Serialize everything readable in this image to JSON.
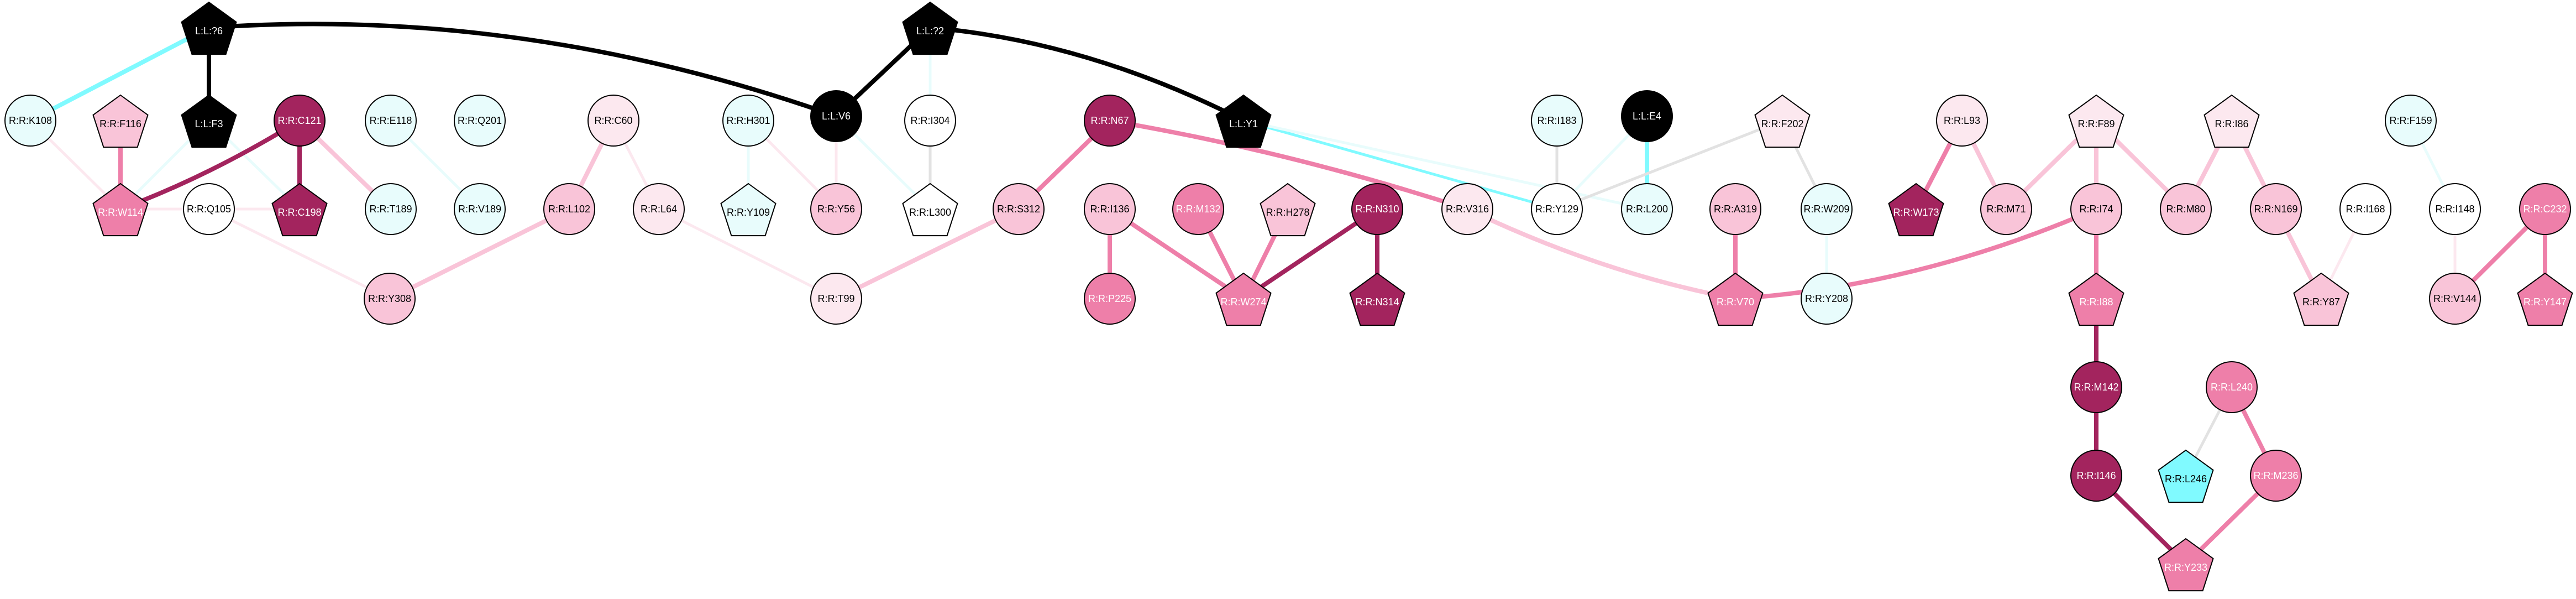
{
  "colors": {
    "black": "#000000",
    "cyan": "#80FAFF",
    "cyan_pale": "#E8FCFC",
    "white": "#FFFFFF",
    "pink_pale": "#FCE8EF",
    "pink_light": "#F9C4D8",
    "pink_mid": "#EE7FA9",
    "magenta_dark": "#A3245E"
  },
  "nodes": [
    {
      "id": "L:L:?6",
      "shape": "pentagon",
      "fill": "black"
    },
    {
      "id": "L:L:?2",
      "shape": "pentagon",
      "fill": "black"
    },
    {
      "id": "L:L:V6",
      "shape": "circle",
      "fill": "black"
    },
    {
      "id": "L:L:F3",
      "shape": "pentagon",
      "fill": "black"
    },
    {
      "id": "L:L:Y1",
      "shape": "pentagon",
      "fill": "black"
    },
    {
      "id": "L:L:E4",
      "shape": "circle",
      "fill": "black"
    },
    {
      "id": "R:R:K108",
      "shape": "circle",
      "fill": "cyan_pale"
    },
    {
      "id": "R:R:F116",
      "shape": "pentagon",
      "fill": "pink_light"
    },
    {
      "id": "R:R:C121",
      "shape": "circle",
      "fill": "magenta_dark"
    },
    {
      "id": "R:R:E118",
      "shape": "circle",
      "fill": "cyan_pale"
    },
    {
      "id": "R:R:Q201",
      "shape": "circle",
      "fill": "cyan_pale"
    },
    {
      "id": "R:R:C60",
      "shape": "circle",
      "fill": "pink_pale"
    },
    {
      "id": "R:R:H301",
      "shape": "circle",
      "fill": "cyan_pale"
    },
    {
      "id": "R:R:I304",
      "shape": "circle",
      "fill": "white"
    },
    {
      "id": "R:R:N67",
      "shape": "circle",
      "fill": "magenta_dark"
    },
    {
      "id": "R:R:I183",
      "shape": "circle",
      "fill": "cyan_pale"
    },
    {
      "id": "R:R:F202",
      "shape": "pentagon",
      "fill": "pink_pale"
    },
    {
      "id": "R:R:L93",
      "shape": "circle",
      "fill": "pink_pale"
    },
    {
      "id": "R:R:F89",
      "shape": "pentagon",
      "fill": "pink_pale"
    },
    {
      "id": "R:R:I86",
      "shape": "pentagon",
      "fill": "pink_pale"
    },
    {
      "id": "R:R:F159",
      "shape": "circle",
      "fill": "cyan_pale"
    },
    {
      "id": "R:R:W114",
      "shape": "pentagon",
      "fill": "pink_mid"
    },
    {
      "id": "R:R:Q105",
      "shape": "circle",
      "fill": "white"
    },
    {
      "id": "R:R:C198",
      "shape": "pentagon",
      "fill": "magenta_dark"
    },
    {
      "id": "R:R:T189",
      "shape": "circle",
      "fill": "cyan_pale"
    },
    {
      "id": "R:R:V189",
      "shape": "circle",
      "fill": "cyan_pale"
    },
    {
      "id": "R:R:L102",
      "shape": "circle",
      "fill": "pink_light"
    },
    {
      "id": "R:R:L64",
      "shape": "circle",
      "fill": "pink_pale"
    },
    {
      "id": "R:R:Y109",
      "shape": "pentagon",
      "fill": "cyan_pale"
    },
    {
      "id": "R:R:Y56",
      "shape": "circle",
      "fill": "pink_light"
    },
    {
      "id": "R:R:L300",
      "shape": "pentagon",
      "fill": "white"
    },
    {
      "id": "R:R:S312",
      "shape": "circle",
      "fill": "pink_light"
    },
    {
      "id": "R:R:I136",
      "shape": "circle",
      "fill": "pink_light"
    },
    {
      "id": "R:R:M132",
      "shape": "circle",
      "fill": "pink_mid"
    },
    {
      "id": "R:R:H278",
      "shape": "pentagon",
      "fill": "pink_light"
    },
    {
      "id": "R:R:N310",
      "shape": "circle",
      "fill": "magenta_dark"
    },
    {
      "id": "R:R:V316",
      "shape": "circle",
      "fill": "pink_pale"
    },
    {
      "id": "R:R:Y129",
      "shape": "circle",
      "fill": "white"
    },
    {
      "id": "R:R:L200",
      "shape": "circle",
      "fill": "cyan_pale"
    },
    {
      "id": "R:R:A319",
      "shape": "circle",
      "fill": "pink_light"
    },
    {
      "id": "R:R:W209",
      "shape": "circle",
      "fill": "cyan_pale"
    },
    {
      "id": "R:R:W173",
      "shape": "pentagon",
      "fill": "magenta_dark"
    },
    {
      "id": "R:R:M71",
      "shape": "circle",
      "fill": "pink_light"
    },
    {
      "id": "R:R:I74",
      "shape": "circle",
      "fill": "pink_light"
    },
    {
      "id": "R:R:M80",
      "shape": "circle",
      "fill": "pink_light"
    },
    {
      "id": "R:R:N169",
      "shape": "circle",
      "fill": "pink_light"
    },
    {
      "id": "R:R:I168",
      "shape": "circle",
      "fill": "white"
    },
    {
      "id": "R:R:I148",
      "shape": "circle",
      "fill": "white"
    },
    {
      "id": "R:R:C232",
      "shape": "circle",
      "fill": "pink_mid"
    },
    {
      "id": "R:R:Y308",
      "shape": "circle",
      "fill": "pink_light"
    },
    {
      "id": "R:R:T99",
      "shape": "circle",
      "fill": "pink_pale"
    },
    {
      "id": "R:R:P225",
      "shape": "circle",
      "fill": "pink_mid"
    },
    {
      "id": "R:R:W274",
      "shape": "pentagon",
      "fill": "pink_mid"
    },
    {
      "id": "R:R:N314",
      "shape": "pentagon",
      "fill": "magenta_dark"
    },
    {
      "id": "R:R:V70",
      "shape": "pentagon",
      "fill": "pink_mid"
    },
    {
      "id": "R:R:Y208",
      "shape": "circle",
      "fill": "cyan_pale"
    },
    {
      "id": "R:R:I88",
      "shape": "pentagon",
      "fill": "pink_mid"
    },
    {
      "id": "R:R:Y87",
      "shape": "pentagon",
      "fill": "pink_light"
    },
    {
      "id": "R:R:V144",
      "shape": "circle",
      "fill": "pink_light"
    },
    {
      "id": "R:R:Y147",
      "shape": "pentagon",
      "fill": "pink_mid"
    },
    {
      "id": "R:R:M142",
      "shape": "circle",
      "fill": "magenta_dark"
    },
    {
      "id": "R:R:L240",
      "shape": "circle",
      "fill": "pink_mid"
    },
    {
      "id": "R:R:L246",
      "shape": "pentagon",
      "fill": "cyan"
    },
    {
      "id": "R:R:I146",
      "shape": "circle",
      "fill": "magenta_dark"
    },
    {
      "id": "R:R:M236",
      "shape": "circle",
      "fill": "pink_mid"
    },
    {
      "id": "R:R:Y233",
      "shape": "pentagon",
      "fill": "pink_mid"
    }
  ],
  "edges": [
    {
      "from": "L:L:?6",
      "to": "L:L:V6",
      "color": "black",
      "weight": "heavy",
      "curve": "arc_up"
    },
    {
      "from": "L:L:?2",
      "to": "L:L:Y1",
      "color": "black",
      "weight": "heavy",
      "curve": "arc_up"
    },
    {
      "from": "L:L:?2",
      "to": "L:L:V6",
      "color": "black",
      "weight": "heavy"
    },
    {
      "from": "L:L:?6",
      "to": "L:L:F3",
      "color": "black",
      "weight": "heavy"
    },
    {
      "from": "L:L:?6",
      "to": "R:R:K108",
      "color": "cyan",
      "weight": "heavy"
    },
    {
      "from": "L:L:?2",
      "to": "R:R:I304",
      "color": "cyan_pale",
      "weight": "light"
    },
    {
      "from": "L:L:Y1",
      "to": "R:R:Y129",
      "color": "cyan",
      "weight": "light"
    },
    {
      "from": "L:L:Y1",
      "to": "R:R:L200",
      "color": "cyan_pale",
      "weight": "light"
    },
    {
      "from": "L:L:E4",
      "to": "R:R:L200",
      "color": "cyan",
      "weight": "heavy"
    },
    {
      "from": "L:L:E4",
      "to": "R:R:Y129",
      "color": "cyan_pale",
      "weight": "light"
    },
    {
      "from": "L:L:V6",
      "to": "R:R:L300",
      "color": "cyan_pale",
      "weight": "light"
    },
    {
      "from": "L:L:V6",
      "to": "R:R:Y56",
      "color": "pink_pale",
      "weight": "light"
    },
    {
      "from": "L:L:F3",
      "to": "R:R:W114",
      "color": "cyan_pale",
      "weight": "light"
    },
    {
      "from": "L:L:F3",
      "to": "R:R:C198",
      "color": "cyan_pale",
      "weight": "light"
    },
    {
      "from": "R:R:K108",
      "to": "R:R:W114",
      "color": "pink_pale",
      "weight": "light"
    },
    {
      "from": "R:R:F116",
      "to": "R:R:W114",
      "color": "pink_mid",
      "weight": "heavy"
    },
    {
      "from": "R:R:C121",
      "to": "R:R:W114",
      "color": "magenta_dark",
      "weight": "heavy",
      "curve": "arc"
    },
    {
      "from": "R:R:C121",
      "to": "R:R:C198",
      "color": "magenta_dark",
      "weight": "heavy"
    },
    {
      "from": "R:R:C121",
      "to": "R:R:T189",
      "color": "pink_light",
      "weight": "heavy"
    },
    {
      "from": "R:R:W114",
      "to": "R:R:C198",
      "color": "pink_pale",
      "weight": "light"
    },
    {
      "from": "R:R:E118",
      "to": "R:R:V189",
      "color": "cyan_pale",
      "weight": "light"
    },
    {
      "from": "R:R:Q105",
      "to": "R:R:Y308",
      "color": "pink_pale",
      "weight": "light"
    },
    {
      "from": "R:R:L102",
      "to": "R:R:Y308",
      "color": "pink_light",
      "weight": "heavy"
    },
    {
      "from": "R:R:C60",
      "to": "R:R:L102",
      "color": "pink_light",
      "weight": "heavy"
    },
    {
      "from": "R:R:C60",
      "to": "R:R:L64",
      "color": "pink_pale",
      "weight": "light"
    },
    {
      "from": "R:R:L64",
      "to": "R:R:T99",
      "color": "pink_pale",
      "weight": "light"
    },
    {
      "from": "R:R:S312",
      "to": "R:R:T99",
      "color": "pink_light",
      "weight": "heavy"
    },
    {
      "from": "R:R:H301",
      "to": "R:R:Y109",
      "color": "cyan_pale",
      "weight": "light"
    },
    {
      "from": "R:R:H301",
      "to": "R:R:Y56",
      "color": "pink_pale",
      "weight": "light"
    },
    {
      "from": "R:R:I304",
      "to": "R:R:L300",
      "color": "white",
      "weight": "light"
    },
    {
      "from": "R:R:N67",
      "to": "R:R:S312",
      "color": "pink_mid",
      "weight": "heavy"
    },
    {
      "from": "R:R:N67",
      "to": "R:R:V316",
      "color": "pink_mid",
      "weight": "heavy",
      "curve": "arc"
    },
    {
      "from": "R:R:I136",
      "to": "R:R:P225",
      "color": "pink_mid",
      "weight": "heavy"
    },
    {
      "from": "R:R:I136",
      "to": "R:R:W274",
      "color": "pink_mid",
      "weight": "heavy"
    },
    {
      "from": "R:R:M132",
      "to": "R:R:W274",
      "color": "pink_mid",
      "weight": "heavy"
    },
    {
      "from": "R:R:H278",
      "to": "R:R:W274",
      "color": "pink_mid",
      "weight": "heavy"
    },
    {
      "from": "R:R:N310",
      "to": "R:R:W274",
      "color": "magenta_dark",
      "weight": "heavy"
    },
    {
      "from": "R:R:N310",
      "to": "R:R:N314",
      "color": "magenta_dark",
      "weight": "heavy"
    },
    {
      "from": "R:R:V316",
      "to": "R:R:V70",
      "color": "pink_light",
      "weight": "heavy",
      "curve": "arc"
    },
    {
      "from": "R:R:I183",
      "to": "R:R:Y129",
      "color": "white",
      "weight": "light"
    },
    {
      "from": "R:R:F202",
      "to": "R:R:Y129",
      "color": "white",
      "weight": "light"
    },
    {
      "from": "R:R:F202",
      "to": "R:R:W209",
      "color": "white",
      "weight": "light"
    },
    {
      "from": "R:R:A319",
      "to": "R:R:V70",
      "color": "pink_mid",
      "weight": "heavy"
    },
    {
      "from": "R:R:W209",
      "to": "R:R:Y208",
      "color": "cyan_pale",
      "weight": "light"
    },
    {
      "from": "R:R:L93",
      "to": "R:R:W173",
      "color": "pink_mid",
      "weight": "heavy"
    },
    {
      "from": "R:R:L93",
      "to": "R:R:M71",
      "color": "pink_light",
      "weight": "heavy"
    },
    {
      "from": "R:R:F89",
      "to": "R:R:M71",
      "color": "pink_light",
      "weight": "heavy"
    },
    {
      "from": "R:R:F89",
      "to": "R:R:I74",
      "color": "pink_light",
      "weight": "heavy"
    },
    {
      "from": "R:R:F89",
      "to": "R:R:M80",
      "color": "pink_light",
      "weight": "heavy"
    },
    {
      "from": "R:R:I86",
      "to": "R:R:M80",
      "color": "pink_light",
      "weight": "heavy"
    },
    {
      "from": "R:R:I86",
      "to": "R:R:N169",
      "color": "pink_light",
      "weight": "heavy"
    },
    {
      "from": "R:R:I74",
      "to": "R:R:V70",
      "color": "pink_mid",
      "weight": "heavy",
      "curve": "arc"
    },
    {
      "from": "R:R:I74",
      "to": "R:R:I88",
      "color": "pink_mid",
      "weight": "heavy"
    },
    {
      "from": "R:R:N169",
      "to": "R:R:Y87",
      "color": "pink_light",
      "weight": "heavy"
    },
    {
      "from": "R:R:I168",
      "to": "R:R:Y87",
      "color": "pink_pale",
      "weight": "light"
    },
    {
      "from": "R:R:F159",
      "to": "R:R:I148",
      "color": "cyan_pale",
      "weight": "light"
    },
    {
      "from": "R:R:I148",
      "to": "R:R:V144",
      "color": "pink_pale",
      "weight": "light"
    },
    {
      "from": "R:R:C232",
      "to": "R:R:V144",
      "color": "pink_mid",
      "weight": "heavy"
    },
    {
      "from": "R:R:C232",
      "to": "R:R:Y147",
      "color": "pink_mid",
      "weight": "heavy"
    },
    {
      "from": "R:R:I88",
      "to": "R:R:M142",
      "color": "magenta_dark",
      "weight": "heavy"
    },
    {
      "from": "R:R:M142",
      "to": "R:R:I146",
      "color": "magenta_dark",
      "weight": "heavy"
    },
    {
      "from": "R:R:L240",
      "to": "R:R:L246",
      "color": "white",
      "weight": "light"
    },
    {
      "from": "R:R:L240",
      "to": "R:R:M236",
      "color": "pink_mid",
      "weight": "heavy"
    },
    {
      "from": "R:R:I146",
      "to": "R:R:Y233",
      "color": "magenta_dark",
      "weight": "heavy"
    },
    {
      "from": "R:R:M236",
      "to": "R:R:Y233",
      "color": "pink_mid",
      "weight": "heavy"
    }
  ]
}
